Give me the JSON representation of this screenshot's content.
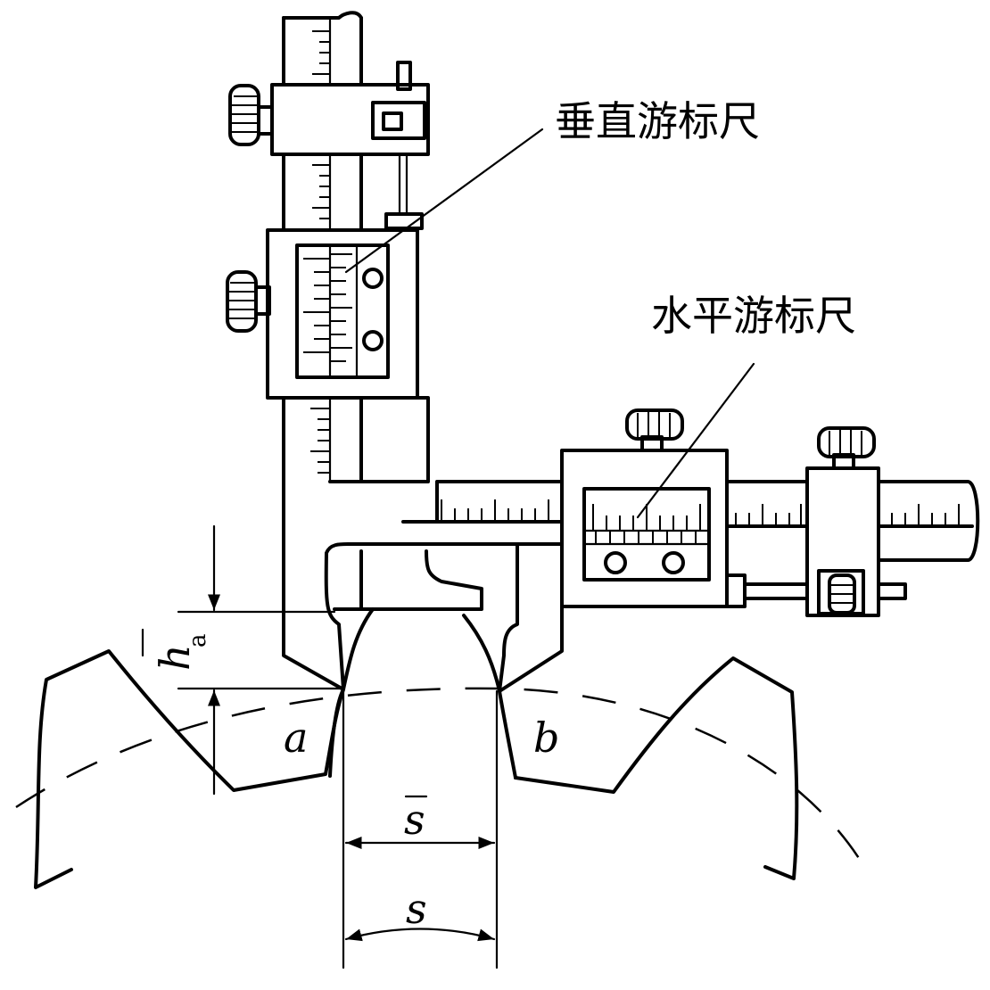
{
  "labels": {
    "vertical_caliper": "垂直游标尺",
    "horizontal_caliper": "水平游标尺",
    "point_a": "a",
    "point_b": "b",
    "chord_thickness": "s",
    "arc_thickness": "s",
    "addendum_height": "h",
    "addendum_sub": "a"
  },
  "colors": {
    "line": "#000000",
    "background": "#ffffff"
  }
}
